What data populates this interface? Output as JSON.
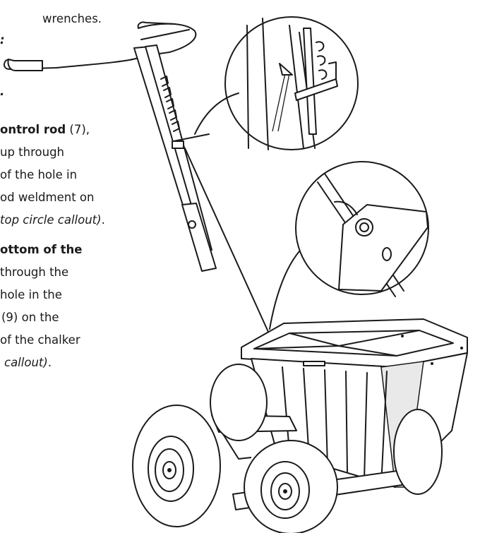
{
  "instructions": {
    "line_1": "wrenches.",
    "line_2": ":",
    "line_3": ".",
    "step_a": {
      "bold": "ontrol rod",
      "after": " (7),",
      "l2": "up through",
      "l3": "of the hole in",
      "l4": "od weldment on",
      "l5": "top circle callout)",
      "l5_end": "."
    },
    "step_b": {
      "bold": "ottom of the",
      "l2": "through the",
      "l3": "hole in the",
      "l4": "(9) on the",
      "l5": "of the chalker",
      "l6": "callout)",
      "l6_end": "."
    }
  }
}
